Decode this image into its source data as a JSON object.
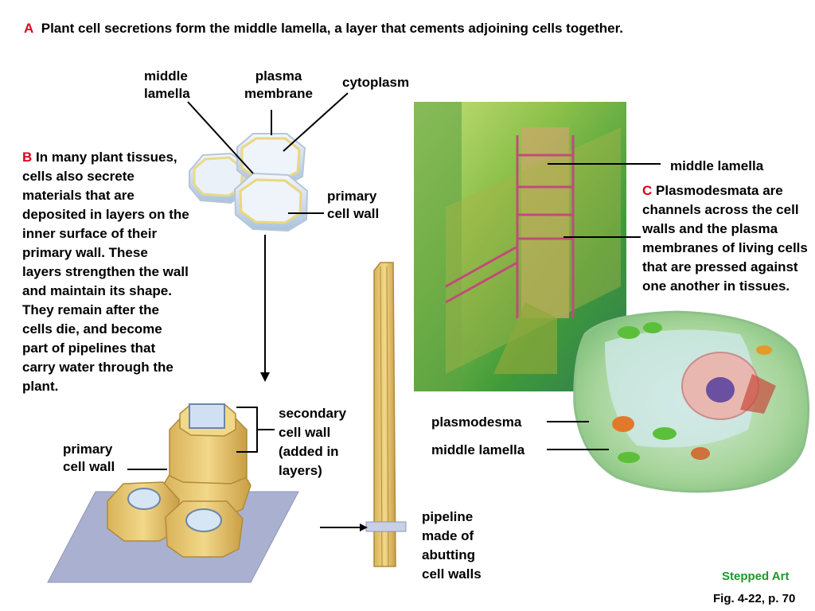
{
  "title": {
    "letter": "A",
    "text": "Plant cell secretions form the middle lamella, a layer that cements adjoining cells together."
  },
  "labels": {
    "middle_lamella_top": [
      "middle",
      "lamella"
    ],
    "plasma_membrane": [
      "plasma",
      "membrane"
    ],
    "cytoplasm": "cytoplasm",
    "primary_cell_wall_top": [
      "primary",
      "cell wall"
    ],
    "middle_lamella_right": "middle lamella",
    "secondary_cell_wall": [
      "secondary",
      "cell wall",
      "(added in",
      "layers)"
    ],
    "primary_cell_wall_bottom": [
      "primary",
      "cell wall"
    ],
    "pipeline": [
      "pipeline",
      "made of",
      "abutting",
      "cell walls"
    ],
    "plasmodesma": "plasmodesma",
    "middle_lamella_bottom": "middle lamella"
  },
  "paragraph_b": {
    "letter": "B",
    "text": "In many plant tissues, cells also secrete materials that are deposited in layers on the inner surface of their primary wall. These layers strengthen the wall and maintain its shape. They remain after the cells die, and become part of pipelines that carry water through the plant."
  },
  "paragraph_c": {
    "letter": "C",
    "text": "Plasmodesmata are channels across the cell walls and the plasma membranes of living cells that are pressed against one another in tissues."
  },
  "footer": {
    "stepped_art": "Stepped Art",
    "fig_ref": "Fig. 4-22, p. 70"
  },
  "colors": {
    "accent_red": "#e0001b",
    "stepped_green": "#1a9a2a"
  }
}
